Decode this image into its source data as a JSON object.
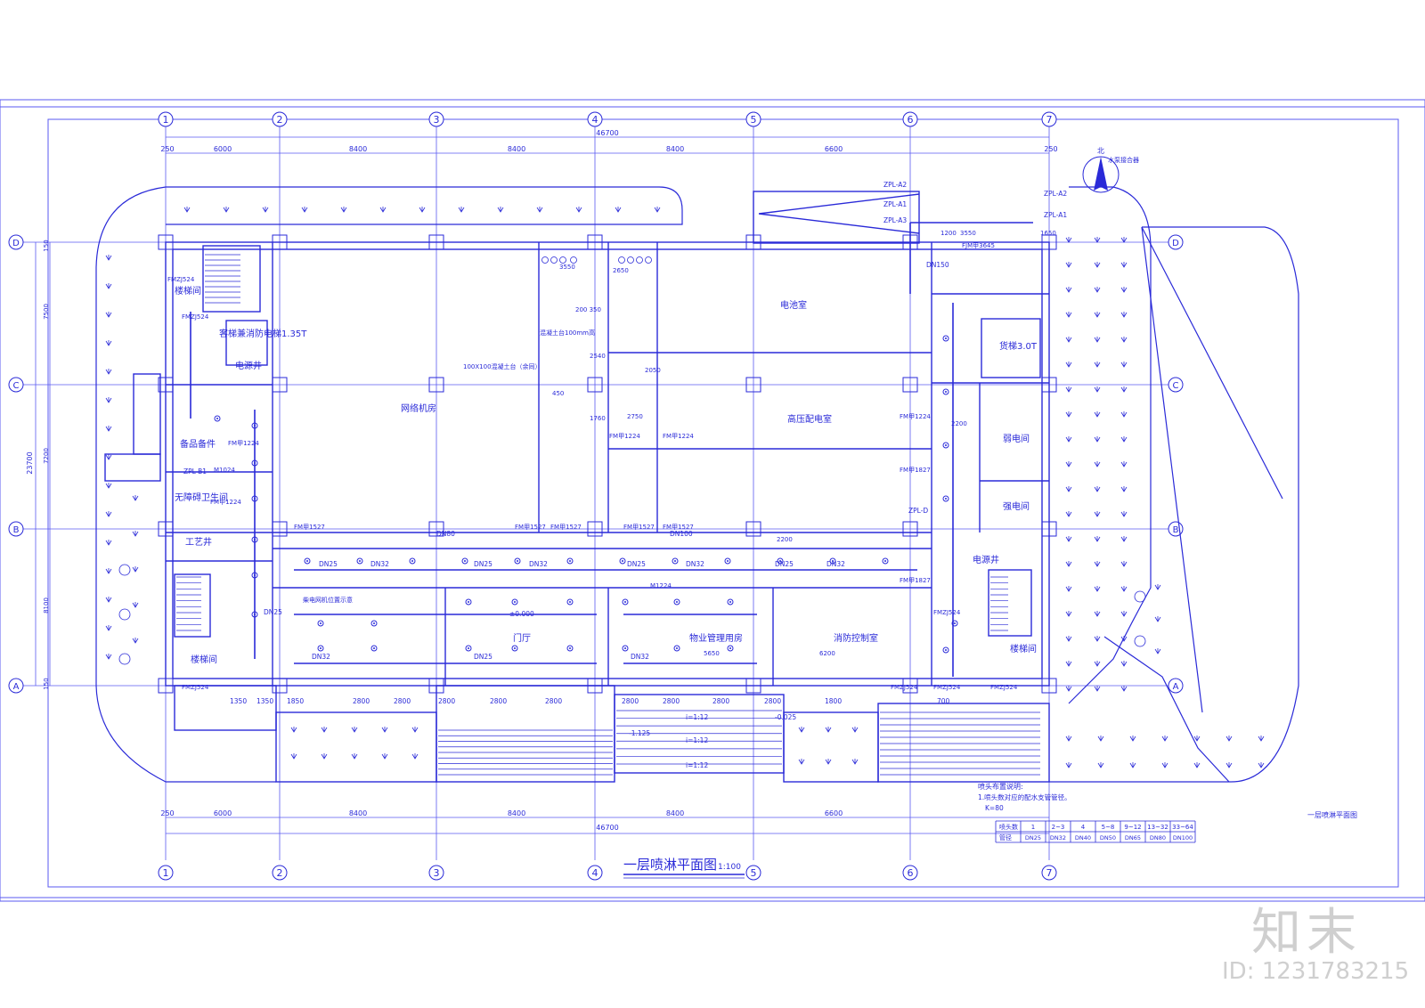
{
  "colors": {
    "line": "#2a2ad8",
    "grid": "#5a5af0",
    "thin": "#7a7af5",
    "watermark": "#cfcfcf"
  },
  "title": {
    "main": "一层喷淋平面图",
    "scale": "1:100"
  },
  "axes": {
    "columns": [
      "1",
      "2",
      "3",
      "4",
      "5",
      "6",
      "7"
    ],
    "rows": [
      "D",
      "C",
      "B",
      "A"
    ]
  },
  "dimensions": {
    "total_width": "46700",
    "total_height": "23700",
    "top_spans": [
      "250",
      "6000",
      "8400",
      "8400",
      "8400",
      "6600",
      "250"
    ],
    "bottom_spans": [
      "250",
      "6000",
      "8400",
      "8400",
      "8400",
      "6600"
    ],
    "left_spans": [
      "150",
      "7500",
      "7200",
      "8100",
      "150"
    ],
    "corridor_dims": [
      "1350",
      "1350",
      "1850",
      "2800",
      "2800",
      "2800",
      "2800",
      "2800",
      "2800",
      "2800",
      "2800",
      "2800",
      "1800",
      "700"
    ]
  },
  "rooms": {
    "stair_nw": "楼梯间",
    "elevator_w": "客梯兼消防电梯1.35T",
    "power_shaft_w": "电源井",
    "spare_parts": "备品备件",
    "accessible_wc": "无障碍卫生间",
    "process_shaft": "工艺井",
    "stair_sw": "楼梯间",
    "network_room": "网络机房",
    "battery_room": "电池室",
    "hv_room": "高压配电室",
    "freight_elevator": "货梯3.0T",
    "weak_room": "弱电间",
    "strong_room": "强电间",
    "power_shaft_e": "电源井",
    "stair_se": "楼梯间",
    "lobby": "门厅",
    "property_room": "物业管理用房",
    "fire_control": "消防控制室",
    "generator_note": "柴电网机位置示意"
  },
  "labels": {
    "doors": [
      "FMZJ524",
      "FMZJ524",
      "FMZJ524",
      "FMZJ524",
      "FMZJ524",
      "FMZJ524",
      "FMZJ524",
      "FM甲1527",
      "FM甲1527",
      "FM甲1527",
      "FM甲1527",
      "FM甲1527",
      "FM甲1224",
      "FM甲1224",
      "FM甲1224",
      "FM甲1827",
      "FM甲1827",
      "FM甲1224",
      "FM甲1224",
      "FJM甲3645",
      "M1024",
      "M1224"
    ],
    "pipes": [
      "DN25",
      "DN32",
      "DN80",
      "DN100",
      "DN150",
      "DN25",
      "DN32",
      "DN25",
      "DN32",
      "DN25",
      "DN32",
      "DN25",
      "DN32",
      "DN25",
      "DN32"
    ],
    "zpl": [
      "ZPL-A2",
      "ZPL-A1",
      "ZPL-A3",
      "ZPL-A2",
      "ZPL-A1",
      "ZPL-B1",
      "ZPL-D"
    ],
    "elevation": [
      "±0.000",
      "-1.125",
      "-0.025"
    ],
    "slope": [
      "i=1:12",
      "i=1:12",
      "i=1:12"
    ],
    "misc": [
      "100X100混凝土台（余同）",
      "混凝土台100mm高",
      "2650",
      "3550",
      "3550",
      "1200",
      "1650",
      "5650",
      "6200",
      "2200",
      "2200",
      "2050",
      "2750",
      "2540",
      "1760",
      "200 350",
      "450"
    ],
    "north": "北",
    "pump_note": "水泵接合器",
    "side_title": "一层喷淋平面图"
  },
  "legend": {
    "title": "喷头布置说明:",
    "note": "1.喷头数对应的配水支管管径。",
    "k": "K=80",
    "head_label": "喷头数",
    "pipe_label": "管径",
    "counts": [
      "1",
      "2~3",
      "4",
      "5~8",
      "9~12",
      "13~32",
      "33~64"
    ],
    "diameters": [
      "DN25",
      "DN32",
      "DN40",
      "DN50",
      "DN65",
      "DN80",
      "DN100"
    ]
  },
  "watermark": {
    "logo": "知末",
    "id": "ID: 1231783215"
  }
}
